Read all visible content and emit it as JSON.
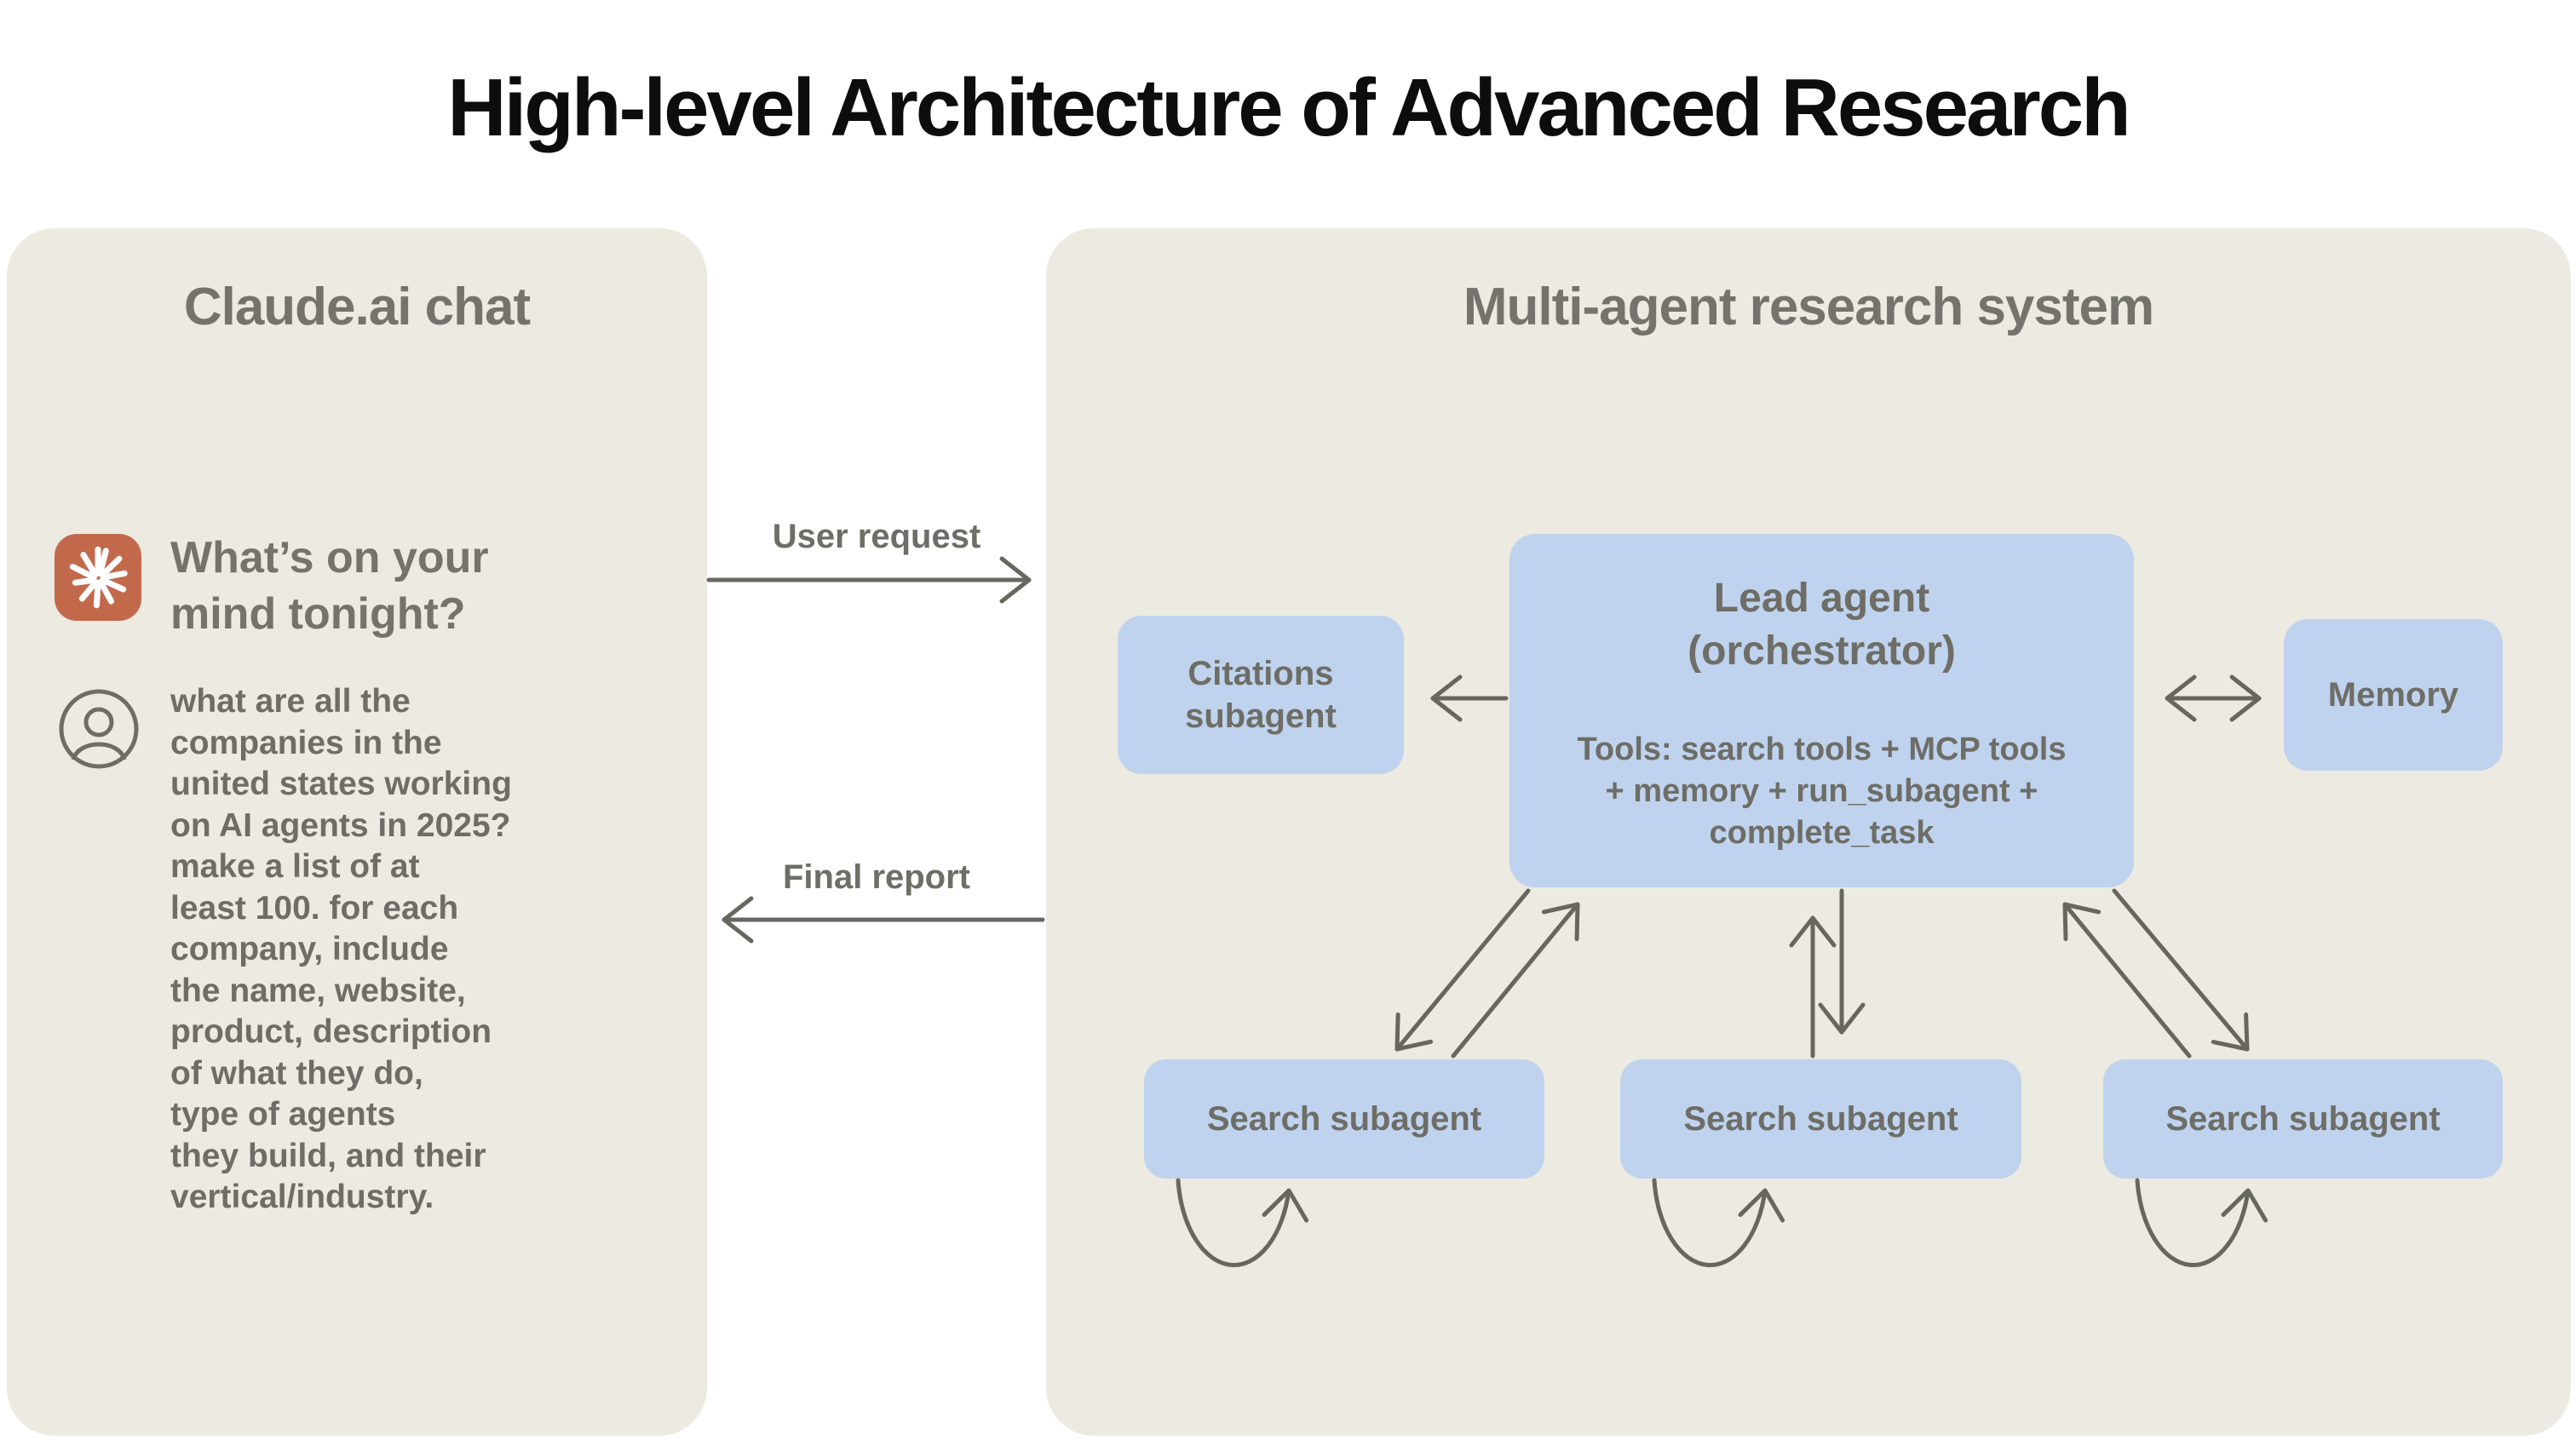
{
  "title": "High-level Architecture of Advanced Research",
  "left_panel": {
    "heading": "Claude.ai chat",
    "prompt_heading": "What’s on your\nmind tonight?",
    "user_query": "what are all the\ncompanies in the\nunited states working\non AI agents in 2025?\nmake a list of at\nleast 100. for each\ncompany, include\nthe name, website,\nproduct, description\nof what they do,\ntype of agents\nthey build, and their\nvertical/industry."
  },
  "connectors": {
    "user_request_label": "User request",
    "final_report_label": "Final report"
  },
  "right_panel": {
    "heading": "Multi-agent research system",
    "lead_agent": {
      "title": "Lead agent\n(orchestrator)",
      "tools": "Tools: search tools + MCP tools\n+ memory + run_subagent +\ncomplete_task"
    },
    "citations_label": "Citations\nsubagent",
    "memory_label": "Memory",
    "search_subagents": [
      "Search subagent",
      "Search subagent",
      "Search subagent"
    ]
  },
  "colors": {
    "page_bg": "#ffffff",
    "panel_bg": "#eceae1",
    "node_blue": "#bfd3ee",
    "claude_orange": "#c3694b",
    "heading_gray": "#75746c",
    "text_gray": "#6e6d66",
    "arrow_gray": "#68675f",
    "title_black": "#0d0d0d"
  }
}
